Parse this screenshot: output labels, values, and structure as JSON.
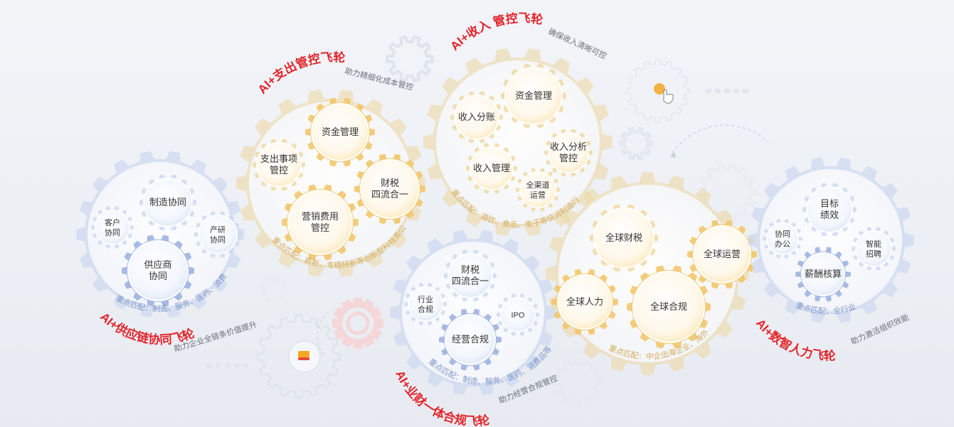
{
  "colors": {
    "blue": "#cdd9f0",
    "blue_dark": "#9fb3e0",
    "gold": "#efd9a6",
    "gold_dark": "#f2c66a",
    "title_red": "#e3242b",
    "tag_blue": "#7f97c9",
    "tag_gold": "#d4ac5c"
  },
  "wheels": [
    {
      "title_prefix": "AI+",
      "title": "供应链协同飞轮",
      "subtitle": "助力企业全链条价值提升",
      "tag": "重点匹配：制造、服务、医药、消费品等",
      "theme": "blue",
      "nodes": [
        "客户\n协同",
        "制造协同",
        "产研\n协同",
        "供应商\n协同"
      ]
    },
    {
      "title_prefix": "AI+",
      "title": "支出管控飞轮",
      "subtitle": "助力精细化成本管控",
      "tag": "重点匹配：高新、专精特新等创新型科技类公司",
      "theme": "gold",
      "nodes": [
        "支出事项\n管控",
        "资金管理",
        "财税\n四流合一",
        "营销费用\n管控"
      ]
    },
    {
      "title_prefix": "AI+",
      "title": "收入 管控飞轮",
      "subtitle": "确保收入清晰可控",
      "tag": "重点匹配：酒饮、食品、电子等快消制造行业",
      "theme": "gold",
      "nodes": [
        "收入分账",
        "资金管理",
        "收入分析\n管控",
        "收入管理",
        "全渠道\n运营"
      ]
    },
    {
      "title_prefix": "AI+",
      "title": "业财一体合规飞轮",
      "subtitle": "助力经营合规管控",
      "tag": "重点匹配：制造、服务、医药、消费品等",
      "theme": "blue",
      "nodes": [
        "行业\n合规",
        "财税\n四流合一",
        "IPO",
        "经营合规"
      ]
    },
    {
      "title_prefix": "",
      "title": "",
      "subtitle": "",
      "tag": "重点匹配：中企出海企业、海外企业",
      "theme": "gold",
      "nodes": [
        "全球财税",
        "全球运营",
        "全球人力",
        "全球合规"
      ]
    },
    {
      "title_prefix": "AI+",
      "title": "数智人力飞轮",
      "subtitle": "助力激活组织效能",
      "tag": "重点匹配：全行业",
      "theme": "blue",
      "nodes": [
        "协同\n办公",
        "目标\n绩效",
        "智能\n招聘",
        "薪酬核算"
      ]
    }
  ]
}
